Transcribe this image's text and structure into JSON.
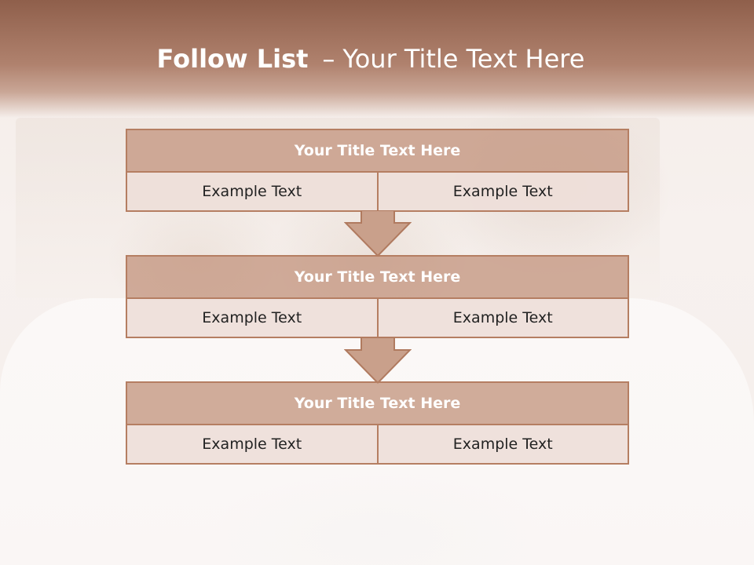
{
  "slide": {
    "title_bold": "Follow List",
    "title_dash": "–",
    "title_rest": "Your Title Text Here"
  },
  "blocks": [
    {
      "title": "Your Title Text Here",
      "cells": [
        "Example Text",
        "Example Text"
      ]
    },
    {
      "title": "Your Title Text Here",
      "cells": [
        "Example Text",
        "Example Text"
      ]
    },
    {
      "title": "Your Title Text Here",
      "cells": [
        "Example Text",
        "Example Text"
      ]
    }
  ],
  "colors": {
    "header": "#a9735d",
    "box_title": "#c49680",
    "box_cell": "#eeded9",
    "border": "#b57e62"
  },
  "icons": [
    "down-arrow-icon",
    "down-arrow-icon"
  ]
}
